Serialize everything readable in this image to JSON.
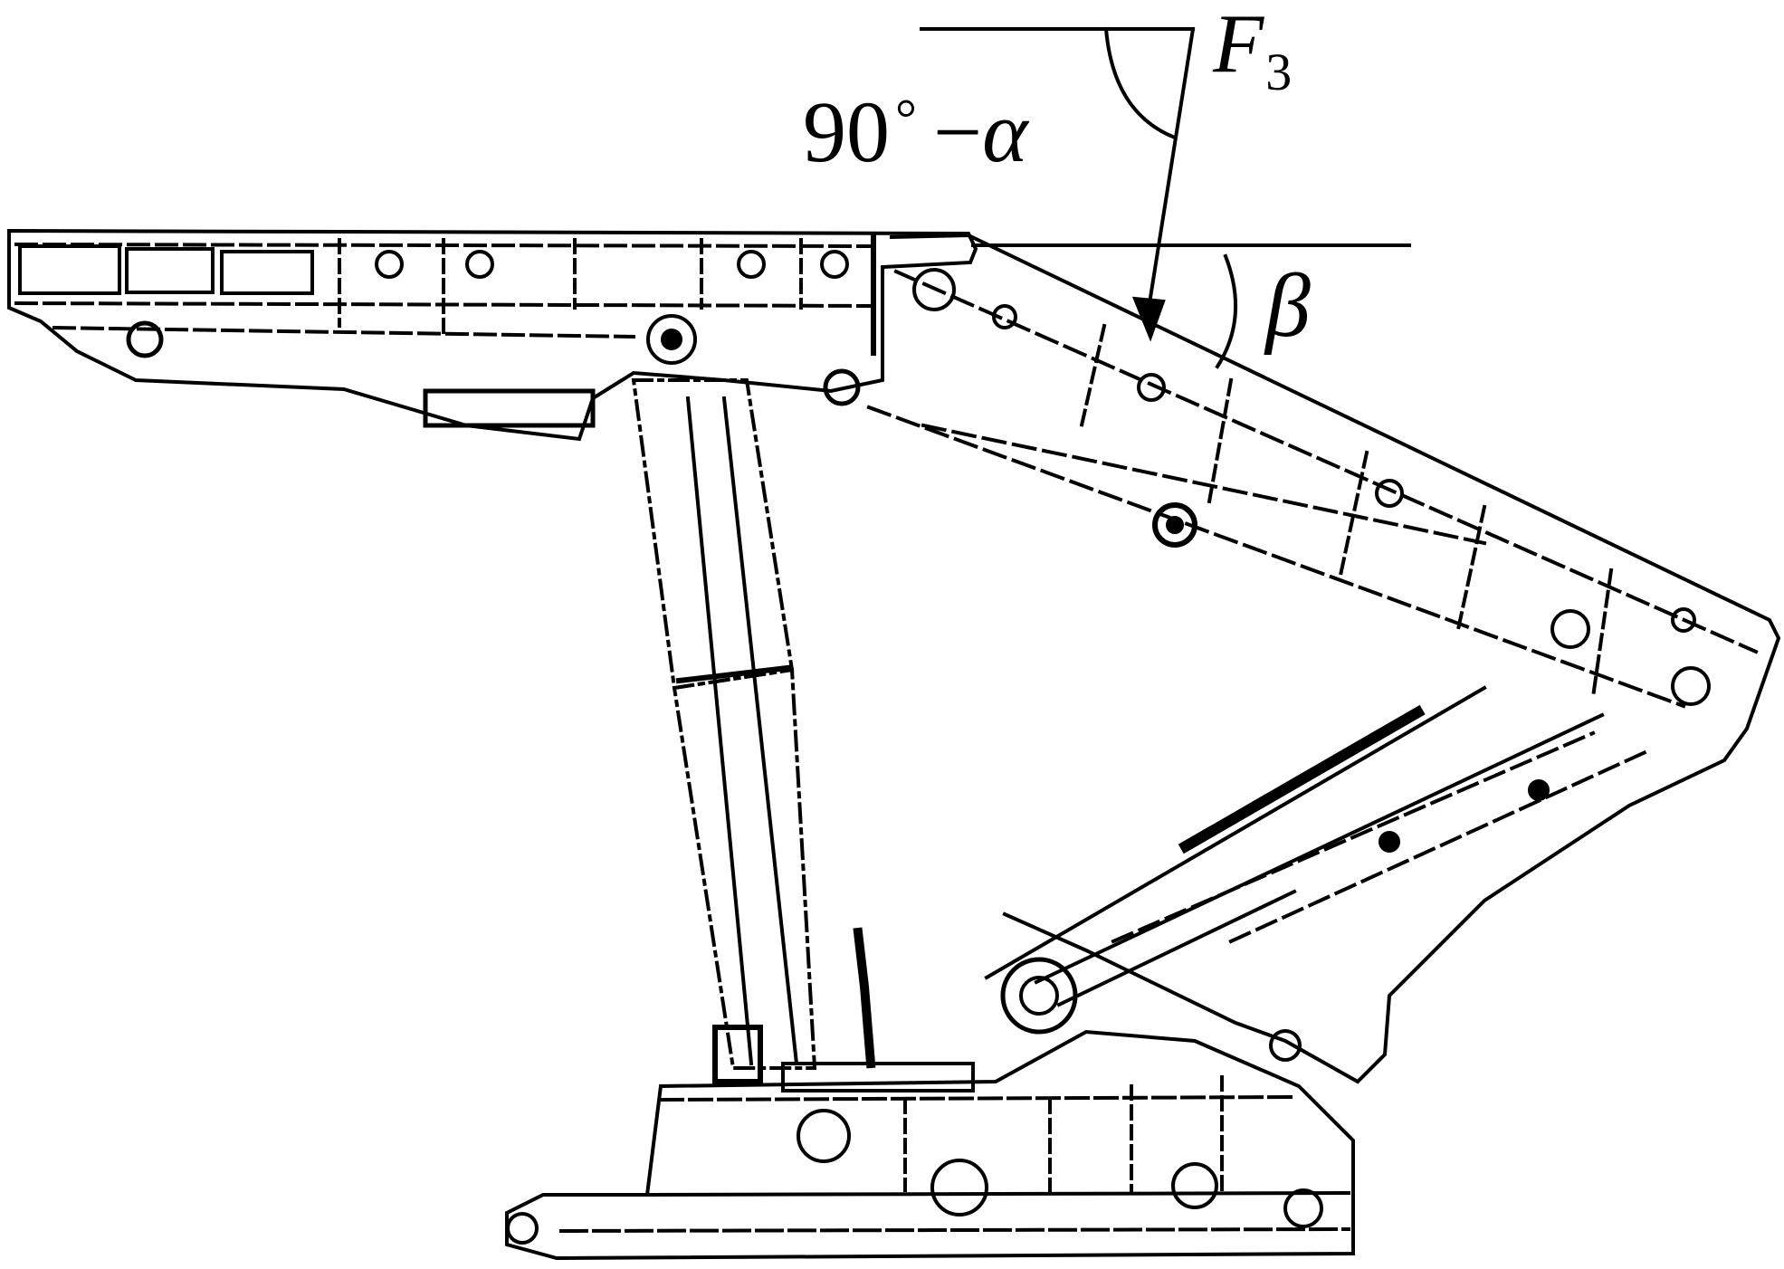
{
  "labels": {
    "force": "F",
    "force_subscript": "3",
    "angle_deg": "90",
    "angle_deg_symbol": "°",
    "angle_minus": "−",
    "angle_alpha": "α",
    "angle_beta": "β"
  },
  "colors": {
    "ink": "#000000",
    "background": "#ffffff"
  }
}
